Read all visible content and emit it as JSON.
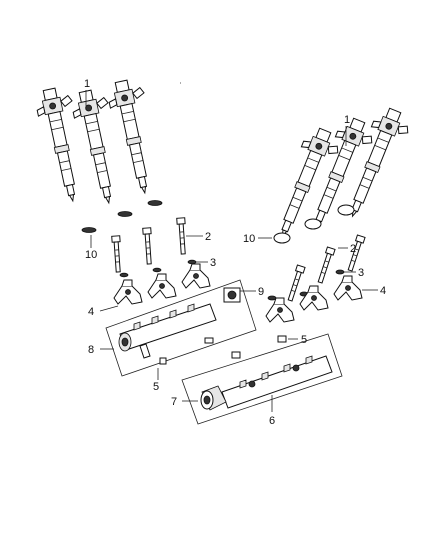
{
  "callouts": {
    "c1_left": "1",
    "c1_right": "1",
    "c2_left": "2",
    "c2_right": "2",
    "c3_left": "3",
    "c3_right": "3",
    "c4_left": "4",
    "c4_right": "4",
    "c5_left": "5",
    "c5_right": "5",
    "c6": "6",
    "c7": "7",
    "c8": "8",
    "c9": "9",
    "c10_left": "10",
    "c10_right": "10"
  }
}
